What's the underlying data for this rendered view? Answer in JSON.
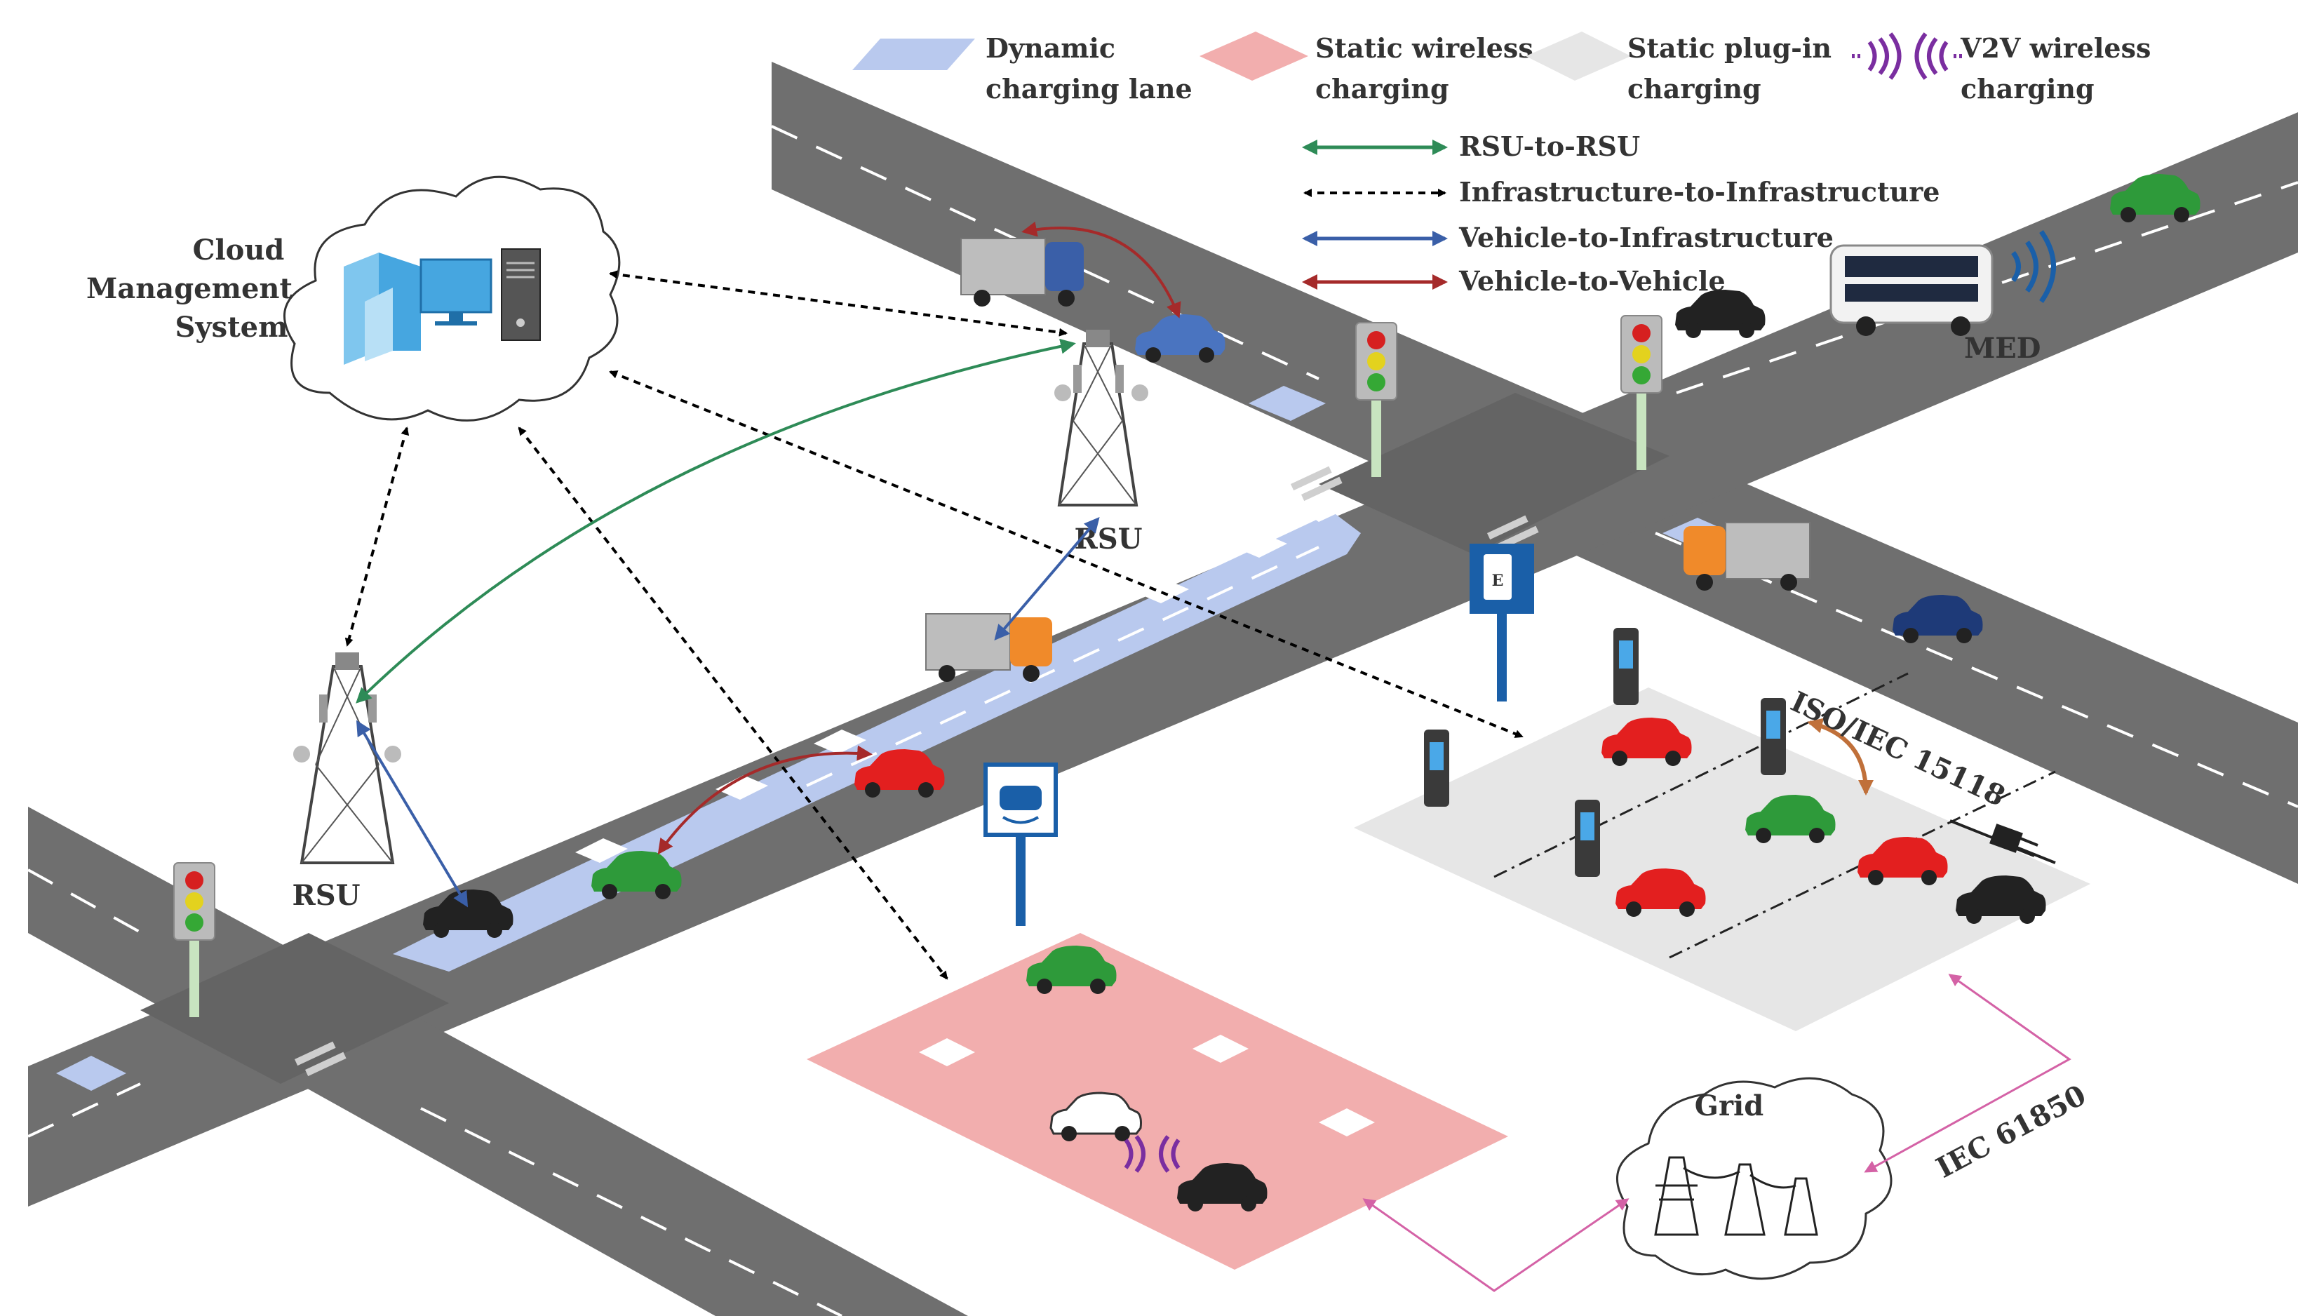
{
  "legend": {
    "zones": [
      {
        "key": "dynamic",
        "line1": "Dynamic",
        "line2": "charging lane",
        "color": "#b9c9ee"
      },
      {
        "key": "static_wireless",
        "line1": "Static wireless",
        "line2": "charging",
        "color": "#f2aeae"
      },
      {
        "key": "static_plugin",
        "line1": "Static plug-in",
        "line2": "charging",
        "color": "#e6e6e6"
      },
      {
        "key": "v2v",
        "line1": "V2V wireless",
        "line2": "charging",
        "color": "#7a2ea0"
      }
    ],
    "links": [
      {
        "key": "rsu_rsu",
        "label": "RSU-to-RSU",
        "color": "#2e8b57",
        "style": "solid"
      },
      {
        "key": "i2i",
        "label": "Infrastructure-to-Infrastructure",
        "color": "#000000",
        "style": "dashed"
      },
      {
        "key": "v2i",
        "label": "Vehicle-to-Infrastructure",
        "color": "#3a5fa8",
        "style": "solid"
      },
      {
        "key": "v2v",
        "label": "Vehicle-to-Vehicle",
        "color": "#a52a2a",
        "style": "solid"
      }
    ]
  },
  "labels": {
    "cloud": [
      "Cloud",
      "Management",
      "System"
    ],
    "rsu_left": "RSU",
    "rsu_right": "RSU",
    "med": "MED",
    "grid": "Grid",
    "iso": "ISO/IEC 15118",
    "iec": "IEC 61850"
  },
  "colors": {
    "road": "#6f6f6f",
    "road_dark": "#5a5a5a",
    "lane_marking": "#ffffff",
    "dynamic_lane": "#b9c9ee",
    "wireless_zone": "#f2aeae",
    "plugin_zone": "#e6e6e6",
    "grid_link": "#d462a6",
    "iso_arrow": "#c0703a",
    "signal_blue": "#1a5fa8"
  }
}
